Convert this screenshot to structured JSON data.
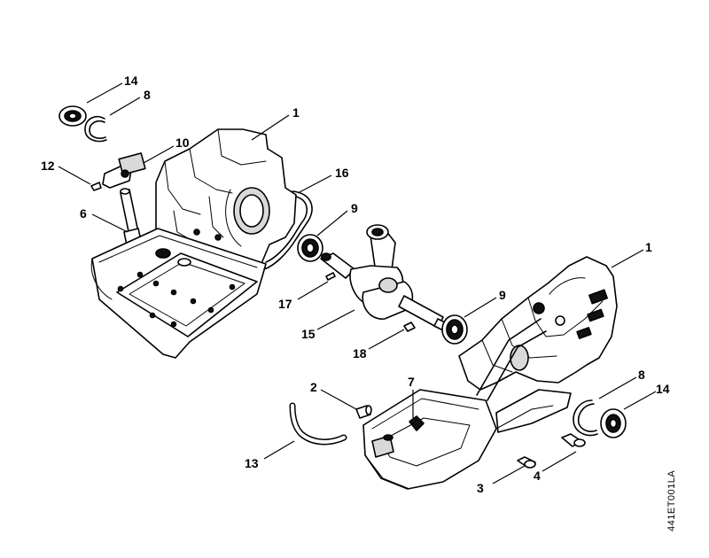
{
  "figure_code": "441ET001LA",
  "callouts": [
    {
      "id": "c14a",
      "text": "14"
    },
    {
      "id": "c8a",
      "text": "8"
    },
    {
      "id": "c1a",
      "text": "1"
    },
    {
      "id": "c10",
      "text": "10"
    },
    {
      "id": "c12",
      "text": "12"
    },
    {
      "id": "c16",
      "text": "16"
    },
    {
      "id": "c9a",
      "text": "9"
    },
    {
      "id": "c6",
      "text": "6"
    },
    {
      "id": "c17",
      "text": "17"
    },
    {
      "id": "c15",
      "text": "15"
    },
    {
      "id": "c1b",
      "text": "1"
    },
    {
      "id": "c9b",
      "text": "9"
    },
    {
      "id": "c18",
      "text": "18"
    },
    {
      "id": "c2",
      "text": "2"
    },
    {
      "id": "c7",
      "text": "7"
    },
    {
      "id": "c8b",
      "text": "8"
    },
    {
      "id": "c14b",
      "text": "14"
    },
    {
      "id": "c13",
      "text": "13"
    },
    {
      "id": "c4",
      "text": "4"
    },
    {
      "id": "c3",
      "text": "3"
    }
  ]
}
